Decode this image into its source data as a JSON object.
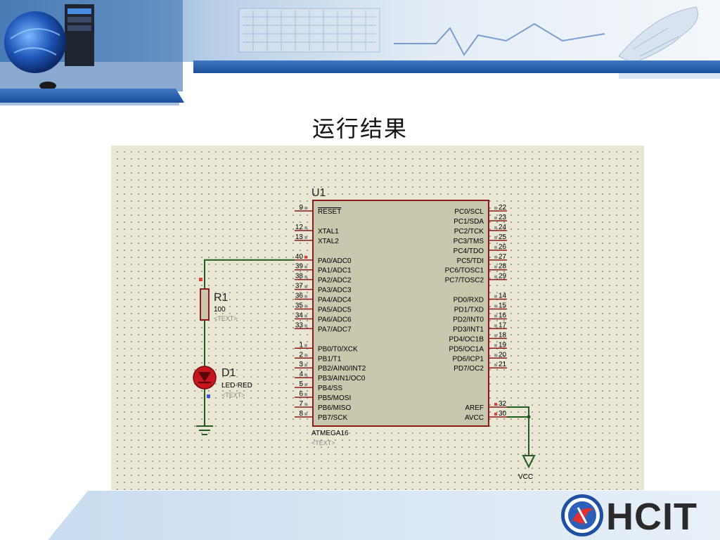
{
  "slide": {
    "title": "运行结果",
    "logo_text": "HCIT"
  },
  "schematic": {
    "mcu": {
      "ref": "U1",
      "part": "ATMEGA16",
      "text_placeholder": "<TEXT>",
      "left_pins": [
        {
          "num": "9",
          "label": "RESET",
          "overline": true
        },
        {
          "num": "12",
          "label": "XTAL1"
        },
        {
          "num": "13",
          "label": "XTAL2"
        },
        {
          "num": "40",
          "label": "PA0/ADC0"
        },
        {
          "num": "39",
          "label": "PA1/ADC1"
        },
        {
          "num": "38",
          "label": "PA2/ADC2"
        },
        {
          "num": "37",
          "label": "PA3/ADC3"
        },
        {
          "num": "36",
          "label": "PA4/ADC4"
        },
        {
          "num": "35",
          "label": "PA5/ADC5"
        },
        {
          "num": "34",
          "label": "PA6/ADC6"
        },
        {
          "num": "33",
          "label": "PA7/ADC7"
        },
        {
          "num": "1",
          "label": "PB0/T0/XCK"
        },
        {
          "num": "2",
          "label": "PB1/T1"
        },
        {
          "num": "3",
          "label": "PB2/AIN0/INT2"
        },
        {
          "num": "4",
          "label": "PB3/AIN1/OC0"
        },
        {
          "num": "5",
          "label": "PB4/SS"
        },
        {
          "num": "6",
          "label": "PB5/MOSI"
        },
        {
          "num": "7",
          "label": "PB6/MISO"
        },
        {
          "num": "8",
          "label": "PB7/SCK"
        }
      ],
      "right_pins": [
        {
          "num": "22",
          "label": "PC0/SCL"
        },
        {
          "num": "23",
          "label": "PC1/SDA"
        },
        {
          "num": "24",
          "label": "PC2/TCK"
        },
        {
          "num": "25",
          "label": "PC3/TMS"
        },
        {
          "num": "26",
          "label": "PC4/TDO"
        },
        {
          "num": "27",
          "label": "PC5/TDI"
        },
        {
          "num": "28",
          "label": "PC6/TOSC1"
        },
        {
          "num": "29",
          "label": "PC7/TOSC2"
        },
        {
          "num": "14",
          "label": "PD0/RXD"
        },
        {
          "num": "15",
          "label": "PD1/TXD"
        },
        {
          "num": "16",
          "label": "PD2/INT0"
        },
        {
          "num": "17",
          "label": "PD3/INT1"
        },
        {
          "num": "18",
          "label": "PD4/OC1B"
        },
        {
          "num": "19",
          "label": "PD5/OC1A"
        },
        {
          "num": "20",
          "label": "PD6/ICP1"
        },
        {
          "num": "21",
          "label": "PD7/OC2"
        },
        {
          "num": "32",
          "label": "AREF"
        },
        {
          "num": "30",
          "label": "AVCC"
        }
      ]
    },
    "resistor": {
      "ref": "R1",
      "value": "100",
      "text_placeholder": "<TEXT>"
    },
    "led": {
      "ref": "D1",
      "value": "LED-RED",
      "text_placeholder": "<TEXT>"
    },
    "power": {
      "label": "VCC"
    },
    "colors": {
      "background": "#e9e6d3",
      "component_outline": "#8b1a1a",
      "chip_fill": "#c9c8ae",
      "wire": "#1f5c1f",
      "led_body": "#c4161c",
      "pin_active": "#e0403a",
      "pin_idle": "#9a9a9a"
    }
  }
}
